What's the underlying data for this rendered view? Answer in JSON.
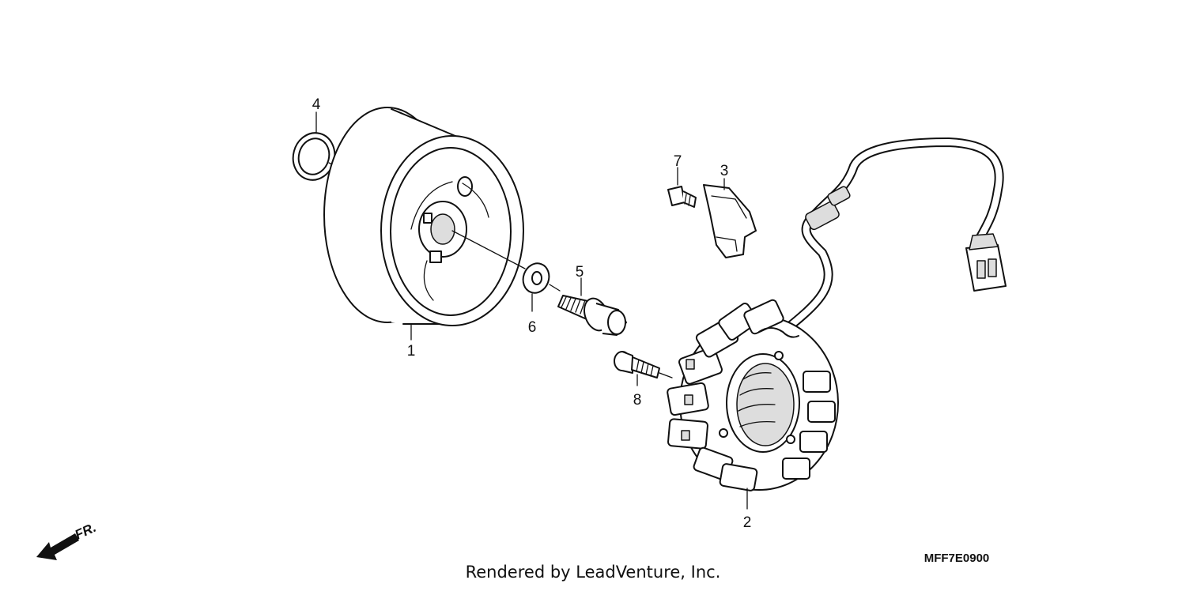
{
  "callouts": {
    "p1": "1",
    "p2": "2",
    "p3": "3",
    "p4": "4",
    "p5": "5",
    "p6": "6",
    "p7": "7",
    "p8": "8"
  },
  "direction_label": "FR.",
  "footer_text": "Rendered by LeadVenture, Inc.",
  "diagram_code": "MFF7E0900"
}
